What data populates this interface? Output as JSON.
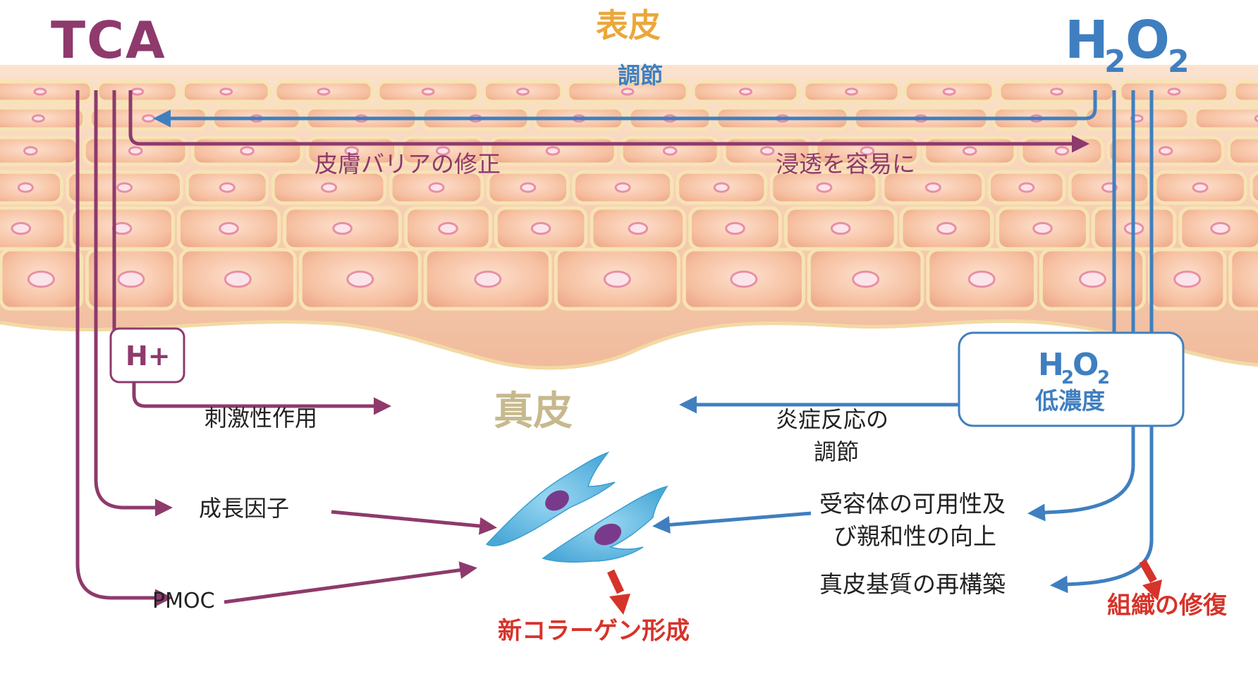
{
  "title": {
    "tca": "TCA",
    "epidermis": "表皮",
    "h2o2_symbol": "H",
    "h2o2_sub1": "2",
    "h2o2_o": "O",
    "h2o2_sub2": "2"
  },
  "epidermis_labels": {
    "regulation": "調節",
    "barrier": "皮膚バリアの修正",
    "permeation": "浸透を容易に"
  },
  "h_plus": "H+",
  "low_conc_box": {
    "symbol_h": "H",
    "sub1": "2",
    "symbol_o": "O",
    "sub2": "2",
    "label": "低濃度"
  },
  "dermis": "真皮",
  "tca_effects": {
    "irritation": "刺激性作用",
    "growth_factor": "成長因子",
    "pmoc": "PMOC"
  },
  "h2o2_effects": {
    "inflammation_line1": "炎症反応の",
    "inflammation_line2": "調節",
    "receptor_line1": "受容体の可用性及",
    "receptor_line2": "び親和性の向上",
    "matrix": "真皮基質の再構築"
  },
  "outcomes": {
    "collagen": "新コラーゲン形成",
    "tissue": "組織の修復"
  },
  "colors": {
    "tca": "#8e3a6c",
    "h2o2": "#3f7fc0",
    "epidermis_label": "#eaa73a",
    "dermis_label": "#c7b98d",
    "outcome": "#d6332a",
    "skin_base": "#f4c3a2",
    "cell_border": "#f7e3b4",
    "nucleus": "#f2a8b6",
    "fibroblast": "#5ab8e2",
    "fibroblast_nucleus": "#7a3a8c"
  }
}
